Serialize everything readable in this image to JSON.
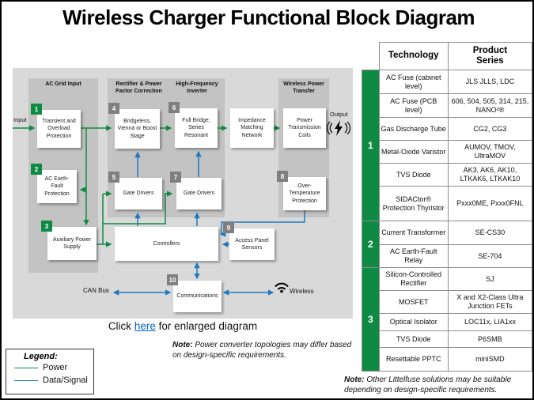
{
  "title": "Wireless Charger Functional Block Diagram",
  "colors": {
    "power_green": "#0E8A44",
    "signal_blue": "#1F78BE",
    "badge_gray": "#7F7F7F",
    "link_blue": "#0563C1"
  },
  "diagram": {
    "sections": {
      "s1": "AC Grid Input",
      "s2": "Rectifier & Power Factor Correction",
      "s3": "High-Frequency Inverter",
      "s4": "Wireless Power Transfer"
    },
    "blocks": {
      "transient_overload": {
        "num": "1",
        "label": "Transient and Overload Protection"
      },
      "ac_earth_fault": {
        "num": "2",
        "label": "AC Earth-Fault Protection"
      },
      "aux_power": {
        "num": "3",
        "label": "Auxiliary Power Supply"
      },
      "bridgeless": {
        "num": "4",
        "label": "Bridgeless, Vienna or Boost Stage"
      },
      "gate_drivers_1": {
        "num": "5",
        "label": "Gate Drivers"
      },
      "full_bridge": {
        "num": "6",
        "label": "Full Bridge, Series Resonant"
      },
      "gate_drivers_2": {
        "num": "7",
        "label": "Gate Drivers"
      },
      "over_temp": {
        "num": "8",
        "label": "Over-Temperature Protection"
      },
      "access_panel": {
        "num": "9",
        "label": "Access Panel Sensors"
      },
      "communications": {
        "num": "10",
        "label": "Communications"
      },
      "impedance": {
        "label": "Impedance Matching Network"
      },
      "power_coils": {
        "label": "Power Transmission Coils"
      },
      "controllers": {
        "label": "Controllers"
      }
    },
    "labels": {
      "input": "Input",
      "output": "Output",
      "can_bus": "CAN Bus",
      "wireless": "Wireless"
    },
    "icons": {
      "output": "lightning-bolt-with-waves",
      "wireless": "wifi"
    }
  },
  "click_line": {
    "prefix": "Click ",
    "link": "here",
    "suffix": " for enlarged diagram"
  },
  "legend": {
    "title": "Legend:",
    "items": [
      {
        "name": "Power",
        "color": "#0E8A44"
      },
      {
        "name": "Data/Signal",
        "color": "#1F78BE"
      }
    ]
  },
  "notes": {
    "n1_bold": "Note:",
    "n1_text": " Power converter topologies may differ based on design-specific requirements.",
    "n2_bold": "Note:",
    "n2_text": " Other Littelfuse solutions may be suitable depending on design-specific requirements."
  },
  "table": {
    "headers": {
      "tech": "Technology",
      "series": "Product\nSeries"
    },
    "groups": [
      {
        "num": "1"
      },
      {
        "num": "2"
      },
      {
        "num": "3"
      }
    ],
    "rows": [
      {
        "tech": "AC Fuse (cabinet level)",
        "series": "JLS JLLS, LDC"
      },
      {
        "tech": "AC Fuse (PCB level)",
        "series": "606, 504, 505, 314, 215, NANO²®"
      },
      {
        "tech": "Gas Discharge Tube",
        "series": "CG2, CG3"
      },
      {
        "tech": "Metal-Oxide Varistor",
        "series": "AUMOV, TMOV, UltraMOV"
      },
      {
        "tech": "TVS Diode",
        "series": "AK3, AK6, AK10, LTKAK6, LTKAK10"
      },
      {
        "tech": "SIDACtor® Protection Thyristor",
        "series": "Pxxx0ME, Pxxx0FNL"
      },
      {
        "tech": "Current Transformer",
        "series": "SE-CS30"
      },
      {
        "tech": "AC Earth-Fault Relay",
        "series": "SE-704"
      },
      {
        "tech": "Silicon-Controlled Rectifier",
        "series": "SJ"
      },
      {
        "tech": "MOSFET",
        "series": "X and X2-Class Ultra Junction FETs"
      },
      {
        "tech": "Optical Isolator",
        "series": "LOC11x, LIA1xx"
      },
      {
        "tech": "TVS Diode",
        "series": "P6SMB"
      },
      {
        "tech": "Resettable PPTC",
        "series": "miniSMD"
      }
    ]
  }
}
